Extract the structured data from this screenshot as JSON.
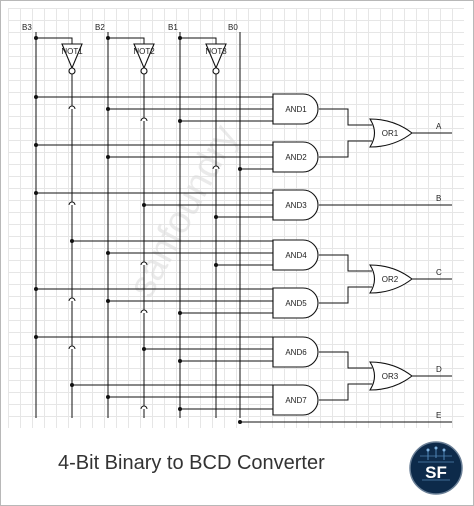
{
  "inputs": [
    "B3",
    "B2",
    "B1",
    "B0"
  ],
  "not_gates": [
    "NOT1",
    "NOT2",
    "NOT3"
  ],
  "and_gates": [
    "AND1",
    "AND2",
    "AND3",
    "AND4",
    "AND5",
    "AND6",
    "AND7"
  ],
  "or_gates": [
    "OR1",
    "OR2",
    "OR3"
  ],
  "outputs": [
    "A",
    "B",
    "C",
    "D",
    "E"
  ],
  "watermark": "sanfoundry",
  "caption": "4-Bit Binary to BCD Converter",
  "logo": {
    "text": "SF",
    "icon": "sanfoundry-logo-icon",
    "color": "#0d2a4a"
  },
  "colors": {
    "wire": "#111111",
    "grid": "#e6e6e6",
    "gate_fill": "#ffffff"
  }
}
